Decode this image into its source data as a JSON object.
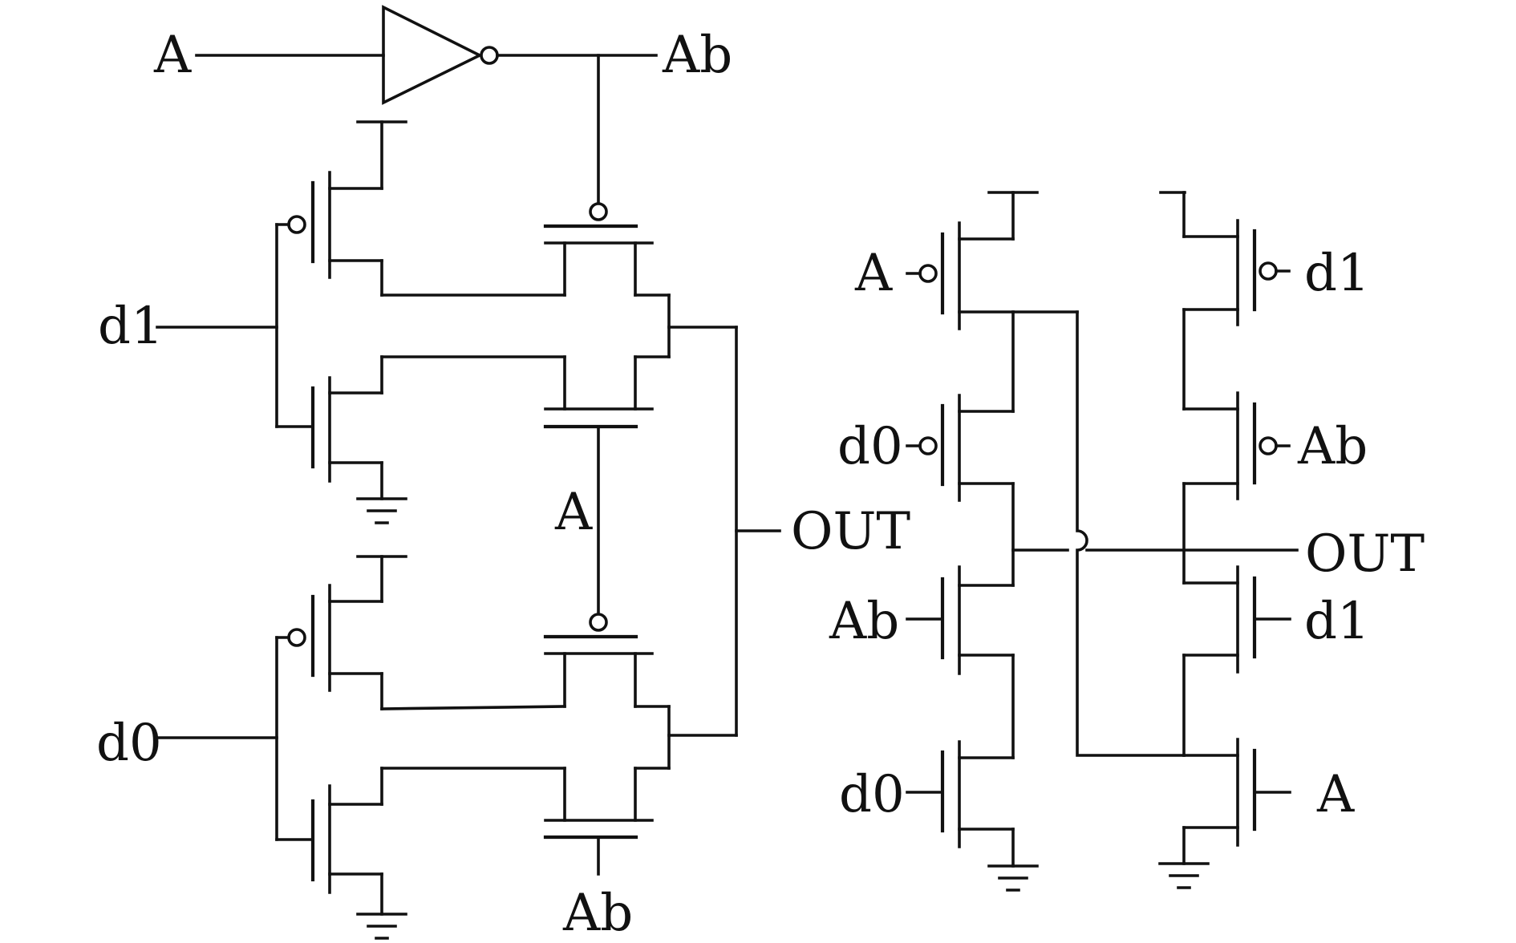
{
  "schematics": [
    {
      "id": "transmission-gate-mux",
      "labels": {
        "input_a": "A",
        "output_ab": "Ab",
        "input_d1": "d1",
        "input_d0": "d0",
        "select_a": "A",
        "select_ab": "Ab",
        "output": "OUT"
      }
    },
    {
      "id": "static-cmos-mux",
      "labels": {
        "pmos_top_left_gate": "A",
        "pmos_second_left_gate": "d0",
        "nmos_top_left_gate": "Ab",
        "nmos_bottom_left_gate": "d0",
        "pmos_top_right_gate": "d1",
        "pmos_second_right_gate": "Ab",
        "nmos_top_right_gate": "d1",
        "nmos_bottom_right_gate": "A",
        "output": "OUT"
      }
    }
  ]
}
